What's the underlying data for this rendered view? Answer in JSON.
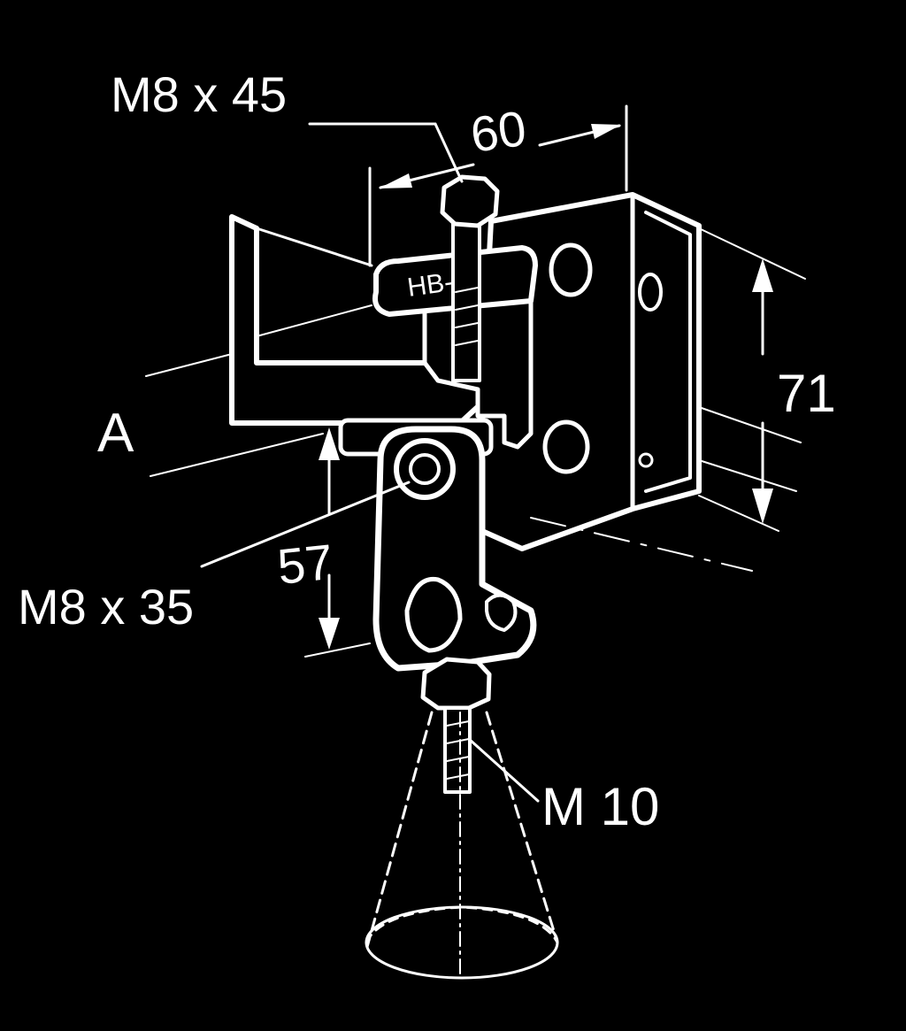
{
  "labels": {
    "bolt_top": "M8 x 45",
    "width": "60",
    "plate_mark": "HB-2",
    "height_right": "71",
    "section_a": "A",
    "drop_height": "57",
    "bolt_bottom": "M8 x 35",
    "rod": "M 10"
  },
  "colors": {
    "background": "#000000",
    "ink": "#ffffff"
  }
}
